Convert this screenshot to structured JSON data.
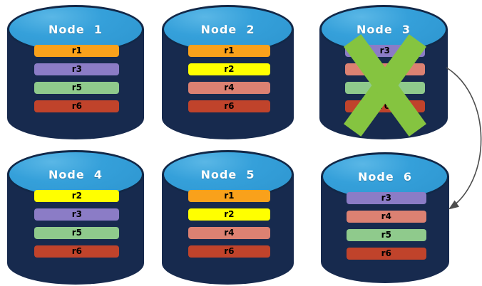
{
  "diagram": {
    "type": "replicated-database-cluster",
    "colors": {
      "cylinder_body": "#172a4e",
      "cylinder_top": "#2f9cd8",
      "cylinder_border": "#122848",
      "failure_x": "#85c440",
      "arrow": "#4d4d4d"
    },
    "replica_colors": {
      "r1": "#f9a11b",
      "r2": "#ffff00",
      "r3": "#8b7cc6",
      "r4": "#dc8172",
      "r5": "#8fca8c",
      "r6": "#c0432b"
    },
    "nodes": [
      {
        "id": "node-1",
        "title": "Node  1",
        "replicas": [
          "r1",
          "r3",
          "r5",
          "r6"
        ],
        "failed": false
      },
      {
        "id": "node-2",
        "title": "Node  2",
        "replicas": [
          "r1",
          "r2",
          "r4",
          "r6"
        ],
        "failed": false
      },
      {
        "id": "node-3",
        "title": "Node  3",
        "replicas": [
          "r3",
          "r4",
          "r5",
          "r6"
        ],
        "failed": true
      },
      {
        "id": "node-4",
        "title": "Node  4",
        "replicas": [
          "r2",
          "r3",
          "r5",
          "r6"
        ],
        "failed": false
      },
      {
        "id": "node-5",
        "title": "Node  5",
        "replicas": [
          "r1",
          "r2",
          "r4",
          "r6"
        ],
        "failed": false
      },
      {
        "id": "node-6",
        "title": "Node  6",
        "replicas": [
          "r3",
          "r4",
          "r5",
          "r6"
        ],
        "failed": false
      }
    ],
    "arrow": {
      "from": "node-3",
      "to": "node-6"
    }
  }
}
